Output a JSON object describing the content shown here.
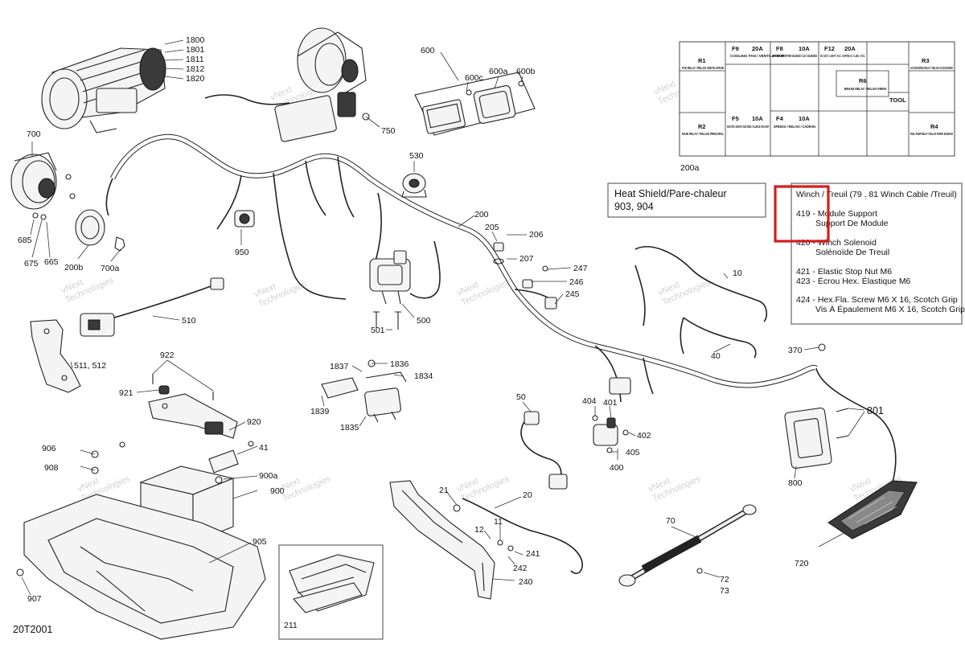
{
  "diagram_id": "20T2001",
  "part_numbers": {
    "winch": [
      "1800",
      "1801",
      "1811",
      "1812",
      "1820"
    ],
    "p700": "700",
    "p685": "685",
    "p675": "675",
    "p665": "665",
    "p200b": "200b",
    "p700a": "700a",
    "p950": "950",
    "p750": "750",
    "p600": "600",
    "p600c": "600c",
    "p600a": "600a",
    "p600b": "600b",
    "p530": "530",
    "p200": "200",
    "p205": "205",
    "p206": "206",
    "p207": "207",
    "p247": "247",
    "p246": "246",
    "p245": "245",
    "p510": "510",
    "p511": "511, 512",
    "p501": "501",
    "p500": "500",
    "p10": "10",
    "p40": "40",
    "p370": "370",
    "p922": "922",
    "p921": "921",
    "p920": "920",
    "p1837": "1837",
    "p1836": "1836",
    "p1834": "1834",
    "p1839": "1839",
    "p1835": "1835",
    "p50": "50",
    "p404": "404",
    "p401": "401",
    "p402": "402",
    "p405": "405",
    "p400": "400",
    "p801": "801",
    "p800": "800",
    "p906": "906",
    "p908": "908",
    "p41": "41",
    "p900a": "900a",
    "p900": "900",
    "p21": "21",
    "p20": "20",
    "p12": "12",
    "p11": "11",
    "p241": "241",
    "p242": "242",
    "p240": "240",
    "p70": "70",
    "p72": "72",
    "p73": "73",
    "p720": "720",
    "p905": "905",
    "p907": "907",
    "p211": "211",
    "p200a": "200a"
  },
  "fuse_box": {
    "cells": [
      {
        "id": "F9",
        "rating": "20A",
        "text": "COOLING FAN / VENTILATEUR"
      },
      {
        "id": "F8",
        "rating": "10A",
        "text": "KEY SWITCH/STARTER SOLENOID / CLÉ / SOLÉNOÏDE"
      },
      {
        "id": "F12",
        "rating": "20A",
        "text": "DC OUT. / LIGHT / ACC. SORTIE CC / LUM. / ACC."
      },
      {
        "id": "F5",
        "rating": "10A",
        "text": "INJECTORS / IGNITION / INJECTEURS / ALLUMAGE / FUEL PUMP"
      },
      {
        "id": "F4",
        "rating": "10A",
        "text": "SPEEDO / RELAIS / CADRAN"
      }
    ],
    "relays": [
      {
        "id": "R1",
        "text": "FAN RELAY / RELAIS VENTILATEUR"
      },
      {
        "id": "R2",
        "text": "MAIN RELAY / RELAIS PRINCIPAL"
      },
      {
        "id": "R3",
        "text": "ACCESSORIES RELAY / RELAIS ACCESSOIRES"
      },
      {
        "id": "R4",
        "text": "FUEL PUMP RELAY / RELAIS POMPE ESSENCE"
      },
      {
        "id": "R6",
        "text": "BRAKE RELAY / RELAIS FREIN"
      }
    ],
    "tool": "TOOL"
  },
  "heat_shield": {
    "line1": "Heat Shield/Pare-chaleur",
    "line2": "903, 904"
  },
  "legend": [
    {
      "line": "Winch / Treuil (79 , 81 Winch Cable /Treuil)"
    },
    {
      "line": "419 - Module Support"
    },
    {
      "line": "Support De Module"
    },
    {
      "line": "420 - Winch Solenoid"
    },
    {
      "line": "Solénoïde De Treuil"
    },
    {
      "line": "421 - Elastic Stop Nut M6"
    },
    {
      "line": "423 -  Écrou Hex. Élastique M6"
    },
    {
      "line": "424 - Hex.Fla. Screw M6 X 16, Scotch Grip"
    },
    {
      "line": "Vis À Épaulement M6 X 16, Scotch Grip"
    }
  ],
  "watermark": {
    "line1": "vNext",
    "line2": "Technologies"
  },
  "colors": {
    "highlight": "#d41d1d",
    "line": "#222222"
  }
}
